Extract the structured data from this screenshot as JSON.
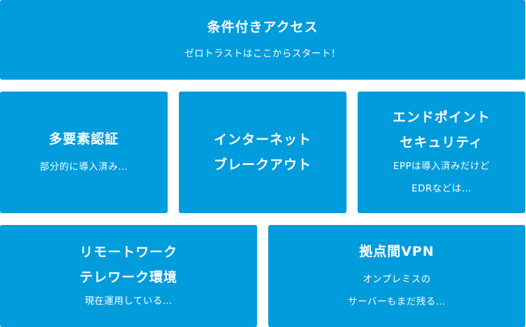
{
  "colors": {
    "box": "#009cdb",
    "text": "#ffffff"
  },
  "boxes": [
    {
      "title": [
        "条件付きアクセス"
      ],
      "sub": [
        "ゼロトラストはここからスタート！"
      ]
    },
    {
      "title": [
        "多要素認証"
      ],
      "sub": [
        "部分的に導入済み…"
      ]
    },
    {
      "title": [
        "インターネット",
        "ブレークアウト"
      ],
      "sub": []
    },
    {
      "title": [
        "エンドポイント",
        "セキュリティ"
      ],
      "sub": [
        "EPPは導入済みだけど",
        "EDRなどは…"
      ]
    },
    {
      "title": [
        "リモートワーク",
        "テレワーク環境"
      ],
      "sub": [
        "現在運用している…"
      ]
    },
    {
      "title": [
        "拠点間VPN"
      ],
      "sub": [
        "オンプレミスの",
        "サーバーもまだ残る…"
      ]
    }
  ]
}
